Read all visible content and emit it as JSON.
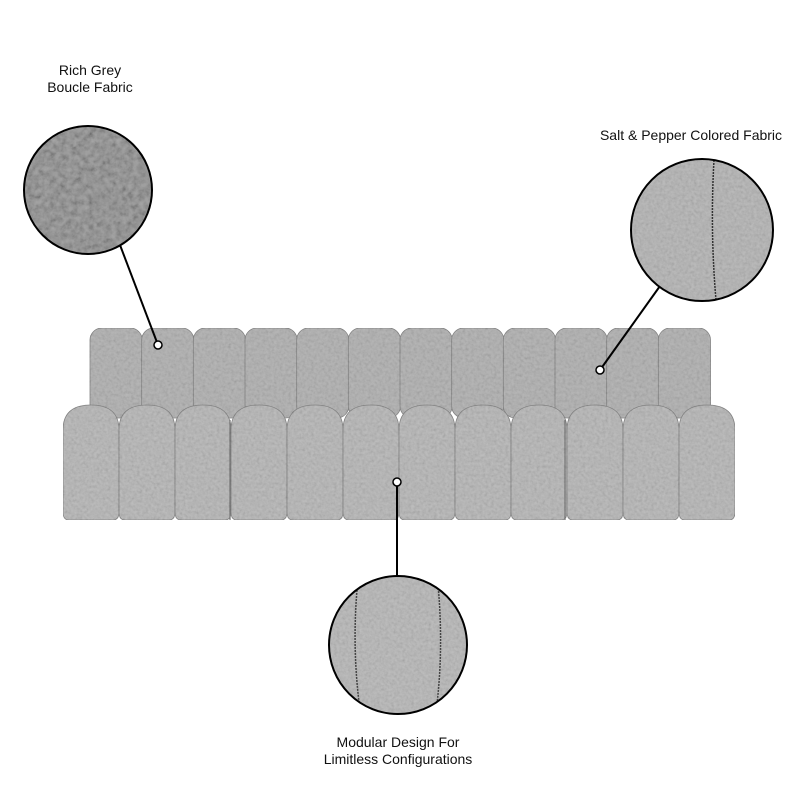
{
  "callouts": [
    {
      "id": "boucle",
      "lines": [
        "Rich Grey",
        "Boucle Fabric"
      ]
    },
    {
      "id": "salt-pepper",
      "lines": [
        "Salt & Pepper Colored Fabric"
      ]
    },
    {
      "id": "modular",
      "lines": [
        "Modular Design For",
        "Limitless Configurations"
      ]
    }
  ],
  "colors": {
    "fabric": "#b9b9b9",
    "fabric_dark": "#9a9a9a",
    "line": "#000000",
    "background": "#ffffff"
  }
}
